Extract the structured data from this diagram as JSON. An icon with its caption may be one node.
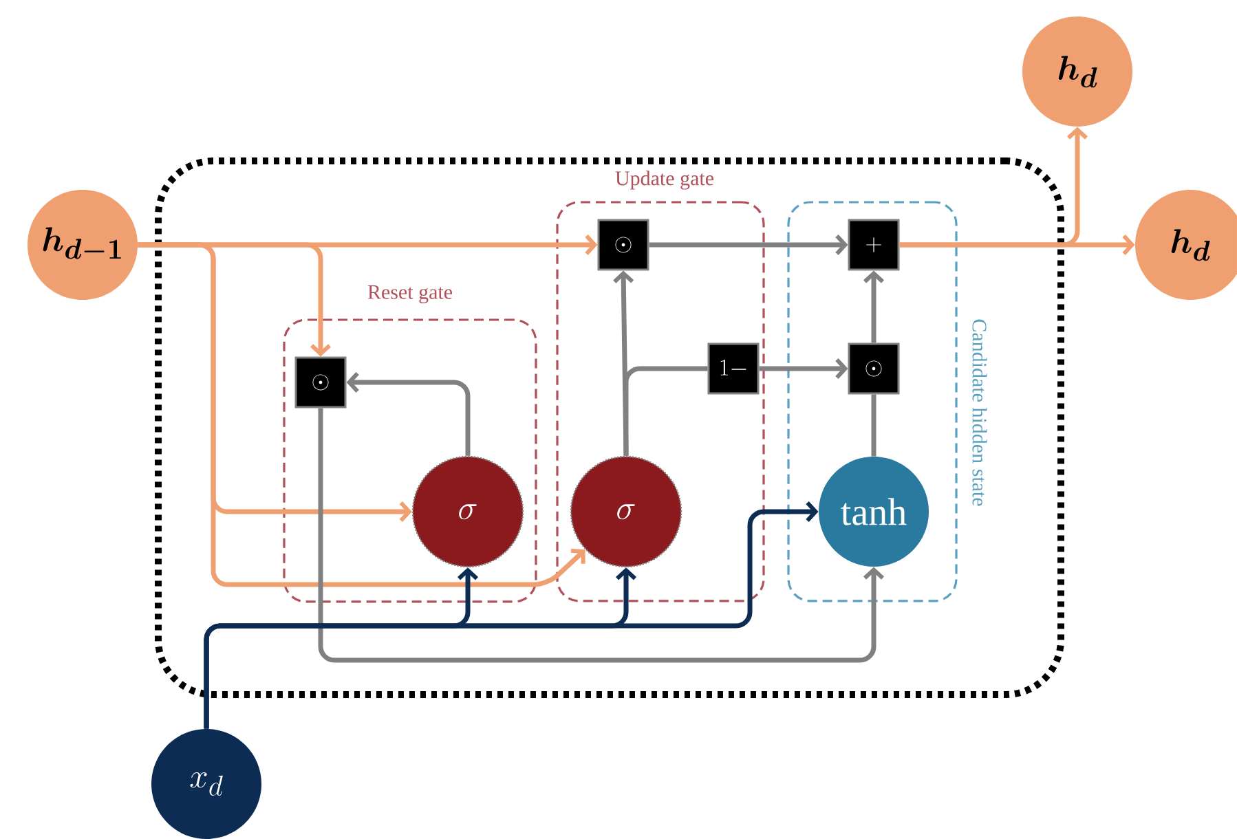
{
  "diagram": {
    "nodes": [
      {
        "text": [],
        "shape": "box"
      },
      {
        "text": [
          "Reset gate"
        ],
        "in": 0
      },
      {
        "text": [
          "Update gate"
        ],
        "in": 0
      },
      {
        "text": [
          "Candidate hidden state"
        ],
        "in": 0
      },
      {
        "text": [
          "h_{d-1}"
        ]
      },
      {
        "text": [
          "\\odot"
        ],
        "in": 1
      },
      {
        "text": [
          "\\sigma"
        ],
        "in": 1
      },
      {
        "text": [
          "\\odot"
        ],
        "in": 2
      },
      {
        "text": [
          "\\sigma"
        ],
        "in": 2
      },
      {
        "text": [
          "1-"
        ],
        "in": 2
      },
      {
        "text": [
          "+"
        ],
        "in": 3
      },
      {
        "text": [
          "\\odot"
        ],
        "in": 3
      },
      {
        "text": [
          "\\tanh"
        ],
        "in": 3
      },
      {
        "text": [
          "h_d"
        ]
      },
      {
        "text": [
          "h_d"
        ]
      },
      {
        "text": [
          "x_d"
        ]
      }
    ],
    "edges": [
      {
        "from": 4,
        "to": 7,
        "arrow": "to",
        "color": "#f0a070"
      },
      {
        "from": 4,
        "to": 5,
        "arrow": "to",
        "color": "#f0a070"
      },
      {
        "from": 4,
        "to": 6,
        "arrow": "to",
        "color": "#f0a070"
      },
      {
        "from": 4,
        "to": 8,
        "arrow": "to",
        "color": "#f0a070"
      },
      {
        "from": 6,
        "to": 5,
        "arrow": "to"
      },
      {
        "from": 5,
        "to": 12,
        "arrow": "to"
      },
      {
        "from": 8,
        "to": 7,
        "arrow": "to"
      },
      {
        "from": 8,
        "to": 9,
        "arrow": "none"
      },
      {
        "from": 9,
        "to": 11,
        "arrow": "to"
      },
      {
        "from": 7,
        "to": 10,
        "arrow": "to"
      },
      {
        "from": 12,
        "to": 11,
        "arrow": "none"
      },
      {
        "from": 11,
        "to": 10,
        "arrow": "to"
      },
      {
        "from": 10,
        "to": 14,
        "arrow": "to",
        "color": "#f0a070"
      },
      {
        "from": 10,
        "to": 13,
        "arrow": "to",
        "color": "#f0a070"
      },
      {
        "from": 15,
        "to": 6,
        "arrow": "to",
        "color": "#0d2c54"
      },
      {
        "from": 15,
        "to": 8,
        "arrow": "to",
        "color": "#0d2c54"
      },
      {
        "from": 15,
        "to": 12,
        "arrow": "to",
        "color": "#0d2c54"
      }
    ]
  }
}
